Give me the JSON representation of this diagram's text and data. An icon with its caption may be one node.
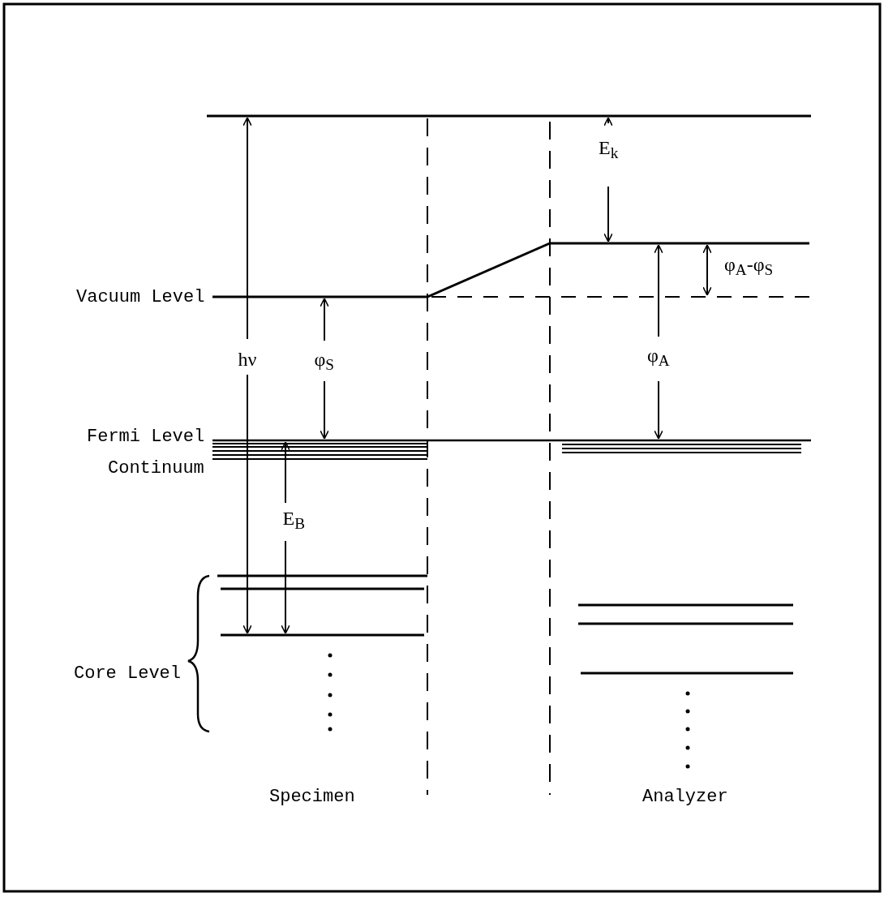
{
  "diagram": {
    "labels": [
      "E$_{k}$",
      "φ$_{A}$-φ$_{S}$",
      "Vacuum Level",
      "hν",
      "φ$_{S}$",
      "φ$_{A}$",
      "Fermi Level",
      "Continuum",
      "E$_{B}$",
      "Core Level",
      "Specimen",
      "Analyzer"
    ]
  }
}
